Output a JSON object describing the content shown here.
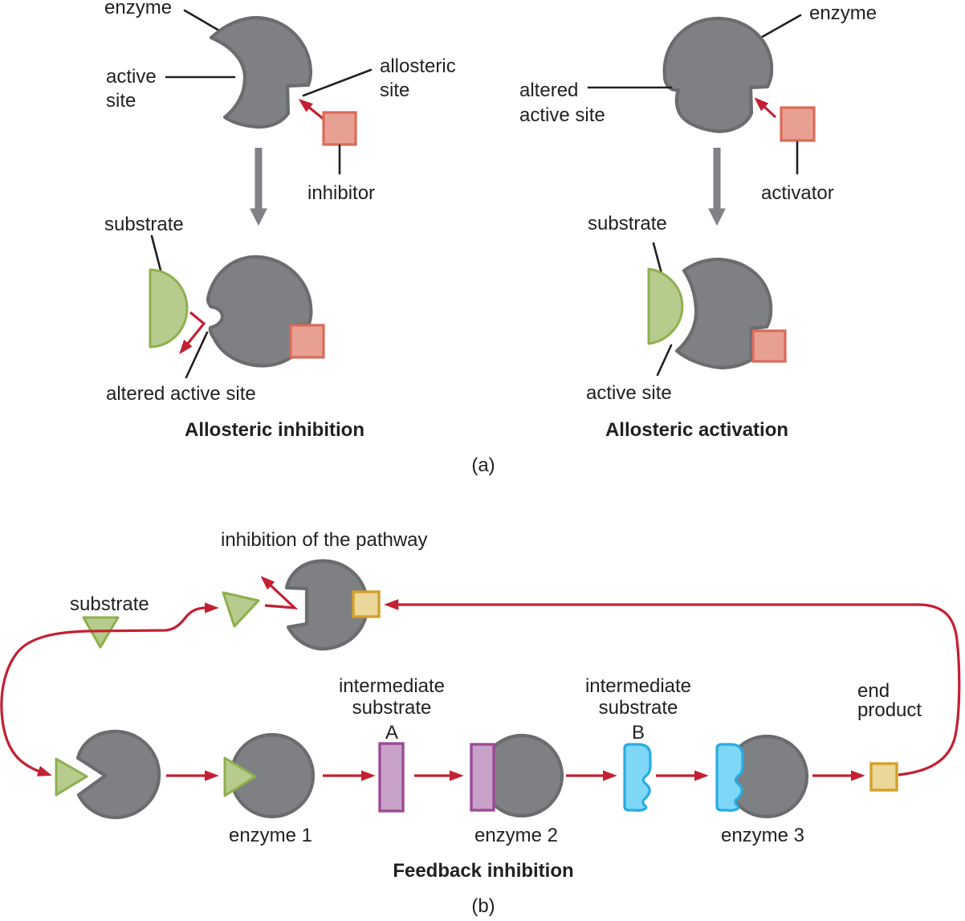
{
  "figure": {
    "a": {
      "label": "(a)",
      "left": {
        "enzyme": "enzyme",
        "active1": "active",
        "active2": "site",
        "allo1": "allosteric",
        "allo2": "site",
        "inhibitor": "inhibitor",
        "substrate": "substrate",
        "altered": "altered active site",
        "caption": "Allosteric inhibition"
      },
      "right": {
        "enzyme": "enzyme",
        "altered1": "altered",
        "altered2": "active site",
        "activator": "activator",
        "substrate": "substrate",
        "active": "active site",
        "caption": "Allosteric activation"
      }
    },
    "b": {
      "label": "(b)",
      "inhibition": "inhibition of the pathway",
      "substrate": "substrate",
      "int1": "intermediate",
      "int2": "substrate",
      "intA": "A",
      "intB": "B",
      "end1": "end",
      "end2": "product",
      "enzyme1": "enzyme 1",
      "enzyme2": "enzyme 2",
      "enzyme3": "enzyme 3",
      "caption": "Feedback inhibition"
    },
    "colors": {
      "enzyme_fill": "#7e8083",
      "enzyme_stroke": "#6a6c6e",
      "inhibitor_fill": "#e8a093",
      "inhibitor_stroke": "#d96b5a",
      "substrate_fill": "#b6cc8e",
      "substrate_stroke": "#8db04e",
      "intermediate_a_fill": "#c8a2c8",
      "intermediate_a_stroke": "#9c4a96",
      "intermediate_b_fill": "#7fd7f7",
      "intermediate_b_stroke": "#2aabe2",
      "end_product_fill": "#ecd79b",
      "end_product_stroke": "#d3a029",
      "arrow_red": "#c32032",
      "arrow_gray": "#808285",
      "text": "#231f20"
    }
  }
}
